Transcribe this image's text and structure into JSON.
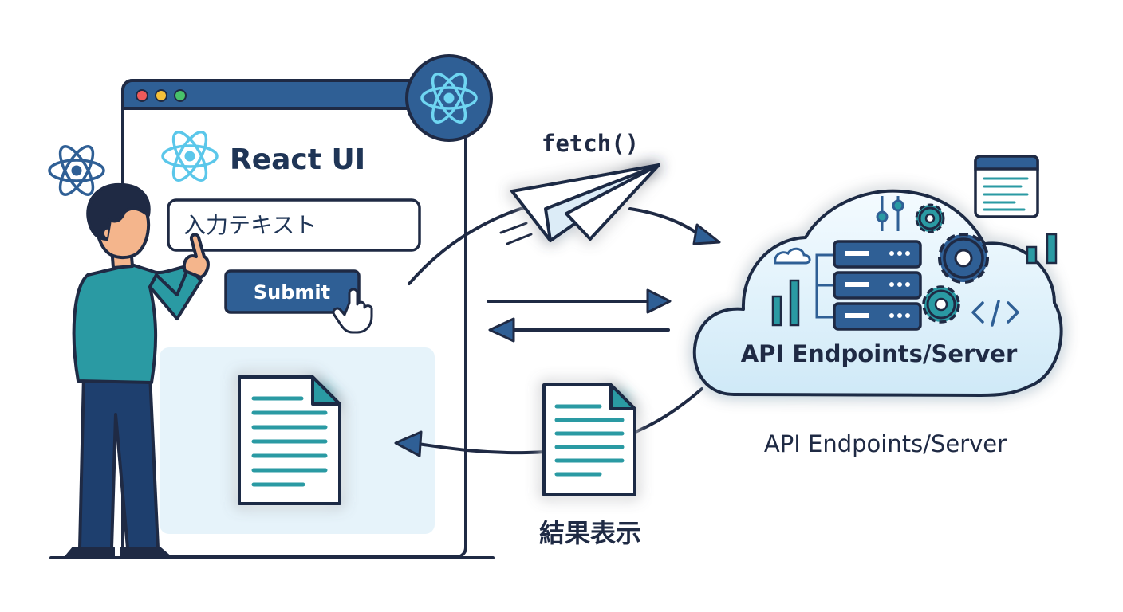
{
  "browser": {
    "title": "React UI",
    "input_value": "入力テキスト",
    "submit_label": "Submit"
  },
  "flow": {
    "fetch_label": "fetch()"
  },
  "server": {
    "cloud_label": "API Endpoints/Server",
    "caption": "API Endpoints/Server"
  },
  "result": {
    "label": "結果表示"
  },
  "colors": {
    "navy": "#1f2a44",
    "accent_blue": "#2f5f95",
    "react_cyan": "#5bc7ea",
    "teal": "#2a9aa3",
    "glow": "#6fe3ef"
  }
}
